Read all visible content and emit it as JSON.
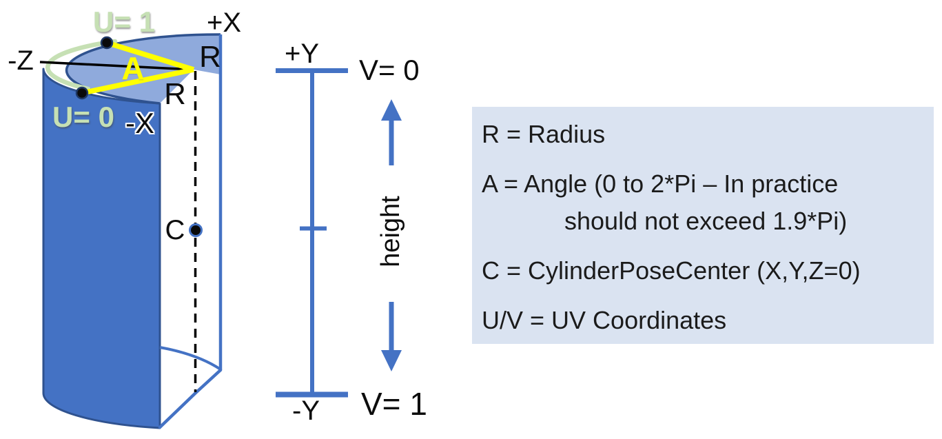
{
  "colors": {
    "cylinder_body": "#4472C4",
    "cylinder_top": "#8FAADC",
    "outline_dark": "#2F528F",
    "seam_green": "#C6E0B4",
    "angle_yellow": "#FFFF00",
    "axis_blue": "#4472C4",
    "legend_bg": "#DAE3F1",
    "dot_black": "#0a0a0a"
  },
  "cylinder": {
    "label_u1": "U= 1",
    "label_u0": "U= 0",
    "label_plus_x": "+X",
    "label_minus_x": "-X",
    "label_minus_z": "-Z",
    "label_radius_top": "R",
    "label_radius_front": "R",
    "label_angle": "A",
    "label_center": "C"
  },
  "axis": {
    "label_plus_y": "+Y",
    "label_minus_y": "-Y",
    "label_v0": "V= 0",
    "label_v1": "V= 1",
    "label_height": "height"
  },
  "legend": {
    "line_radius": "R = Radius",
    "line_angle_1": "A = Angle (0 to 2*Pi – In practice",
    "line_angle_2": "should not exceed 1.9*Pi)",
    "line_center": "C = CylinderPoseCenter (X,Y,Z=0)",
    "line_uv": "U/V = UV Coordinates"
  }
}
